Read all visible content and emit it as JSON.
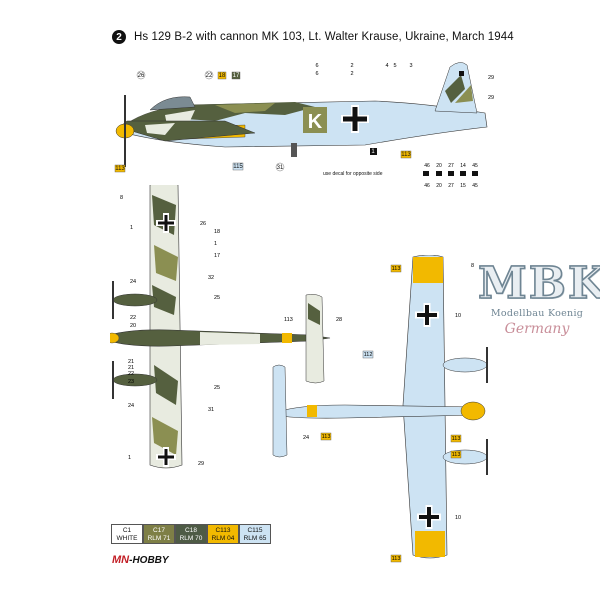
{
  "header": {
    "badge": "2",
    "title": "Hs 129 B-2 with cannon MK 103, Lt. Walter Krause, Ukraine, March 1944"
  },
  "side_profile": {
    "code_letter": "K",
    "callouts": [
      "26",
      "22",
      "18",
      "17",
      "113",
      "115",
      "31",
      "1",
      "113"
    ],
    "top_numbers": [
      "6",
      "6",
      "2",
      "2",
      "4",
      "5",
      "3"
    ],
    "tail_numbers": [
      "29",
      "29"
    ],
    "bottom_numbers_row1": [
      "46",
      "20",
      "27",
      "14",
      "45"
    ],
    "bottom_numbers_row2": [
      "46",
      "20",
      "27",
      "15",
      "45"
    ],
    "decal_note": "use decal for opposite side"
  },
  "top_view": {
    "callouts": [
      "8",
      "1",
      "26",
      "18",
      "1",
      "17",
      "24",
      "32",
      "25",
      "22",
      "20",
      "21",
      "113",
      "28",
      "21",
      "22",
      "23",
      "24",
      "25",
      "31",
      "1",
      "29"
    ]
  },
  "bottom_view": {
    "callouts": [
      "113",
      "8",
      "10",
      "112",
      "113",
      "113",
      "24",
      "113",
      "10",
      "113"
    ]
  },
  "logo": {
    "main": "MBK",
    "sub": "Modellbau Koenig",
    "country": "Germany"
  },
  "colors": {
    "white": "#ffffff",
    "rlm71": "#7e7f46",
    "rlm70": "#4e5b45",
    "rlm04": "#f2b900",
    "rlm65": "#cde3f3",
    "camo_dark": "#55603f",
    "camo_olive": "#8b8f52"
  },
  "paint_chips": [
    {
      "code": "C1",
      "name": "WHITE",
      "color": "#ffffff",
      "text": "#111111"
    },
    {
      "code": "C17",
      "name": "RLM 71",
      "color": "#7e7f46",
      "text": "#ffffff"
    },
    {
      "code": "C18",
      "name": "RLM 70",
      "color": "#4e5b45",
      "text": "#ffffff"
    },
    {
      "code": "C113",
      "name": "RLM 04",
      "color": "#f2b900",
      "text": "#111111"
    },
    {
      "code": "C115",
      "name": "RLM 65",
      "color": "#cde3f3",
      "text": "#111111"
    }
  ],
  "brand": {
    "prefix": "MN",
    "suffix": "-HOBBY"
  }
}
